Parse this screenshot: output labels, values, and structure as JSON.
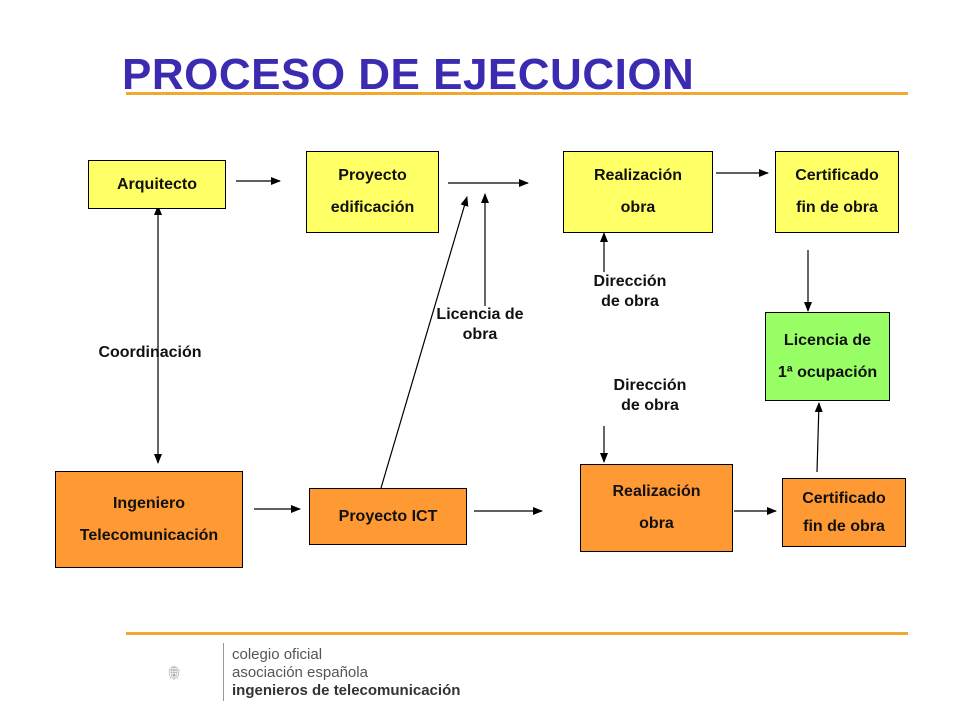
{
  "title": "PROCESO DE EJECUCION",
  "boxes": {
    "arquitecto": {
      "lines": [
        "Arquitecto"
      ],
      "color": "#ffff66"
    },
    "proyecto_edificacion": {
      "lines": [
        "Proyecto",
        "edificación"
      ],
      "color": "#ffff66"
    },
    "realizacion_obra_top": {
      "lines": [
        "Realización",
        "obra"
      ],
      "color": "#ffff66"
    },
    "certificado_top": {
      "lines": [
        "Certificado",
        "fin de obra"
      ],
      "color": "#ffff66"
    },
    "licencia_ocupacion": {
      "lines": [
        "Licencia de",
        "1ª ocupación"
      ],
      "color": "#99ff66"
    },
    "ingeniero": {
      "lines": [
        "Ingeniero",
        "Telecomunicación"
      ],
      "color": "#ff9933"
    },
    "proyecto_ict": {
      "lines": [
        "Proyecto ICT"
      ],
      "color": "#ff9933"
    },
    "realizacion_obra_bottom": {
      "lines": [
        "Realización",
        "obra"
      ],
      "color": "#ff9933"
    },
    "certificado_bottom": {
      "lines": [
        "Certificado",
        "fin de obra"
      ],
      "color": "#ff9933"
    }
  },
  "labels": {
    "coordinacion": [
      "Coordinación"
    ],
    "licencia_obra": [
      "Licencia de",
      "obra"
    ],
    "direccion_top": [
      "Dirección",
      "de obra"
    ],
    "direccion_bottom": [
      "Dirección",
      "de obra"
    ]
  },
  "logo": {
    "line1": "colegio oficial",
    "line2": "asociación española",
    "line3": "ingenieros de telecomunicación"
  },
  "colors": {
    "title": "#3a2bb0",
    "rule": "#f0a830"
  }
}
